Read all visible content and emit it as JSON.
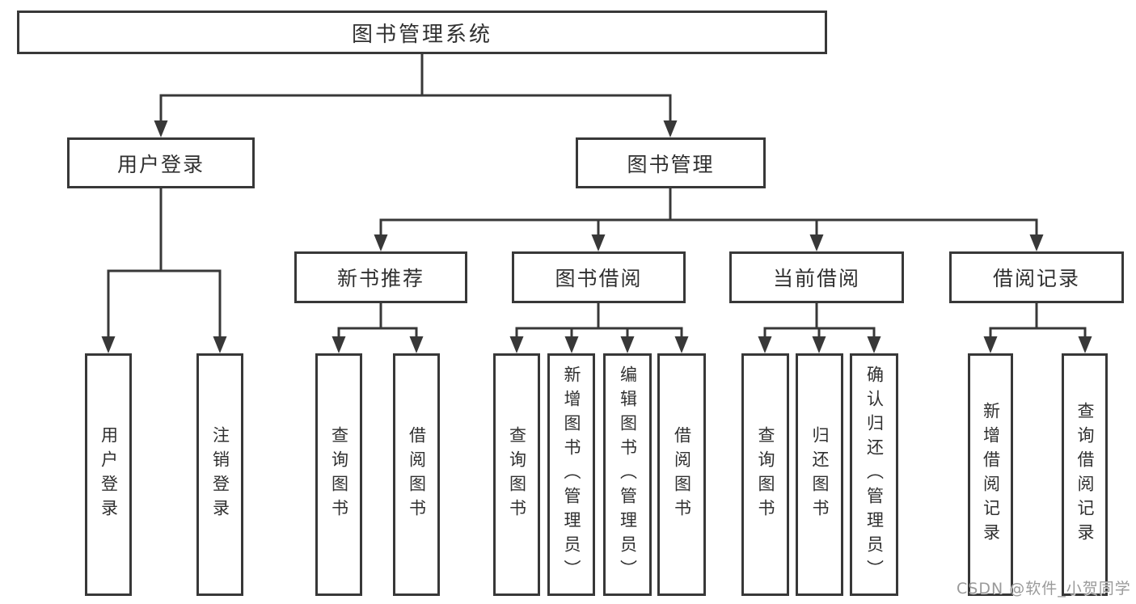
{
  "diagram": {
    "title": "图书管理系统",
    "branches": [
      {
        "label": "用户登录",
        "children": [
          "用户登录",
          "注销登录"
        ]
      },
      {
        "label": "图书管理",
        "sections": [
          {
            "label": "新书推荐",
            "children": [
              "查询图书",
              "借阅图书"
            ]
          },
          {
            "label": "图书借阅",
            "children": [
              "查询图书",
              "新增图书（管理员）",
              "编辑图书（管理员）",
              "借阅图书"
            ]
          },
          {
            "label": "当前借阅",
            "children": [
              "查询图书",
              "归还图书",
              "确认归还（管理员）"
            ]
          },
          {
            "label": "借阅记录",
            "children": [
              "新增借阅记录",
              "查询借阅记录"
            ]
          }
        ]
      }
    ]
  },
  "watermark": {
    "text": "CSDN @软件_小贺同学"
  },
  "colors": {
    "line": "#383838",
    "text": "#303030",
    "watermark": "#9a9a9a",
    "background": "#ffffff"
  }
}
